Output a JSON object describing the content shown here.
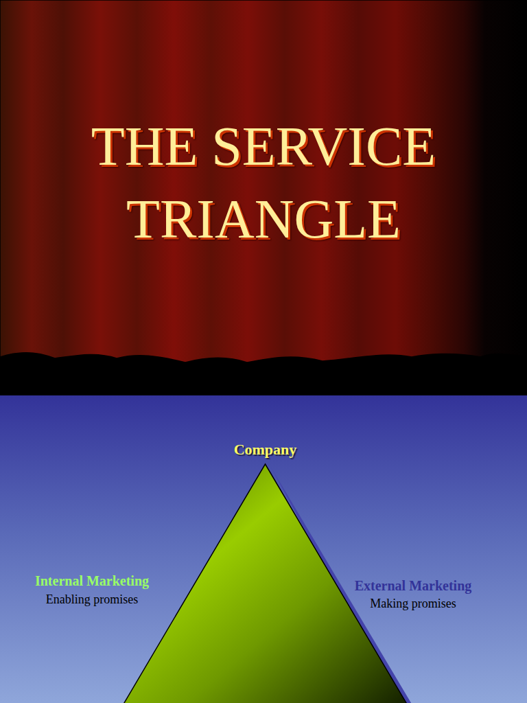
{
  "diagram": {
    "title": "THE SERVICE TRIANGLE",
    "nodes": [
      {
        "text": [
          "Company"
        ]
      }
    ],
    "labels": [
      "Internal Marketing",
      "Enabling promises",
      "External Marketing",
      "Making promises"
    ]
  }
}
